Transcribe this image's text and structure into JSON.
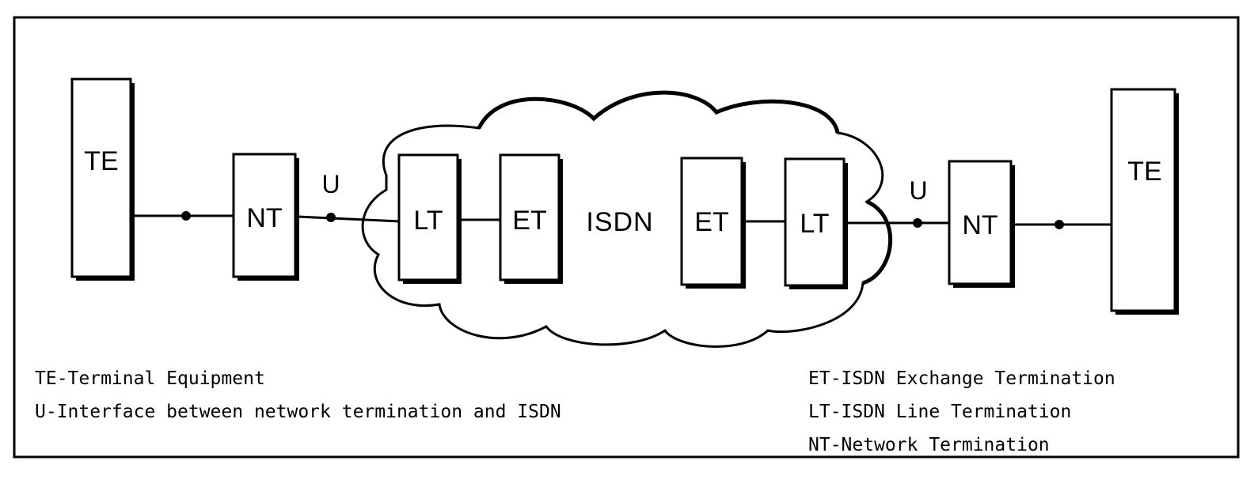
{
  "diagram": {
    "left_te_label": "TE",
    "left_nt_label": "NT",
    "left_u_label": "U",
    "left_lt_label": "LT",
    "left_et_label": "ET",
    "cloud_label": "ISDN",
    "right_et_label": "ET",
    "right_lt_label": "LT",
    "right_u_label": "U",
    "right_nt_label": "NT",
    "right_te_label": "TE"
  },
  "legend": {
    "left": [
      "TE-Terminal Equipment",
      "U-Interface between network termination and ISDN"
    ],
    "right": [
      "ET-ISDN Exchange Termination",
      "LT-ISDN Line Termination",
      "NT-Network Termination"
    ]
  },
  "colors": {
    "ink": "#000000",
    "background": "#ffffff"
  }
}
